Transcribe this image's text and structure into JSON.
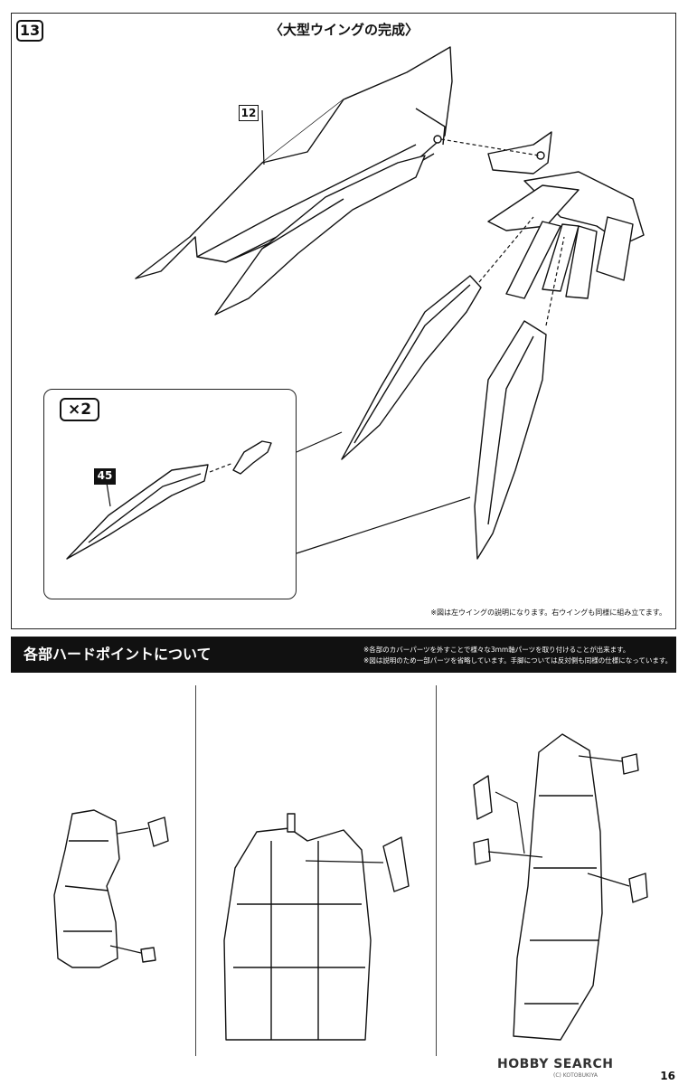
{
  "step": {
    "number": "13",
    "title": "〈大型ウイングの完成〉",
    "part_main": "12",
    "multiplier": "×2",
    "part_inset": "45",
    "note": "※図は左ウイングの説明になります。右ウイングも同様に組み立てます。"
  },
  "section": {
    "title": "各部ハードポイントについて",
    "notes": [
      "※各部のカバーパーツを外すことで様々な3mm軸パーツを取り付けることが出来ます。",
      "※図は説明のため一部パーツを省略しています。手脚については反対側も同様の仕様になっています。"
    ]
  },
  "footer": {
    "watermark": "HOBBY SEARCH",
    "watermark_sub": "(C) KOTOBUKIYA",
    "page_number": "16"
  }
}
